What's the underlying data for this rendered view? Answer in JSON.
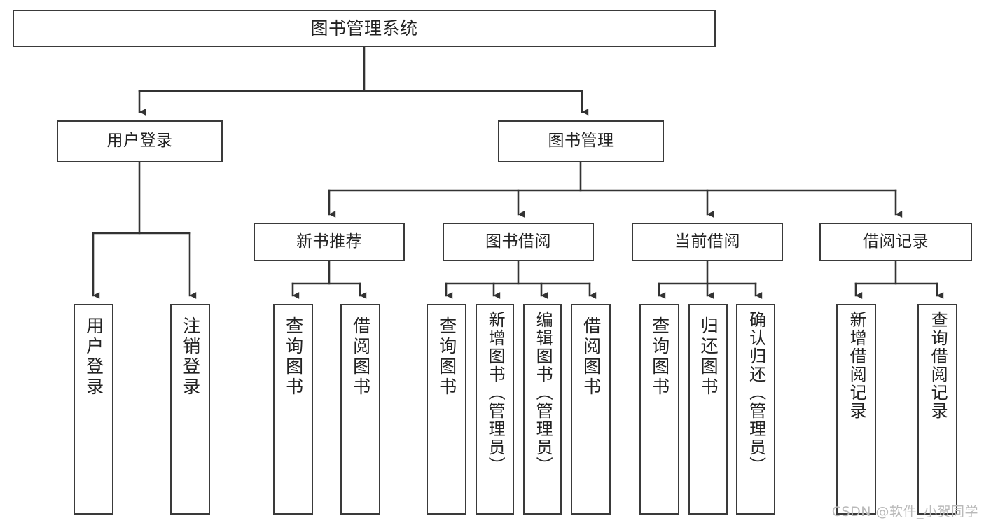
{
  "diagram": {
    "title": "图书管理系统",
    "type": "tree-hierarchy",
    "root": {
      "label": "图书管理系统"
    },
    "level2": [
      {
        "label": "用户登录"
      },
      {
        "label": "图书管理"
      }
    ],
    "level3": [
      {
        "label": "新书推荐"
      },
      {
        "label": "图书借阅"
      },
      {
        "label": "当前借阅"
      },
      {
        "label": "借阅记录"
      }
    ],
    "leaves": {
      "user_login": [
        {
          "label": "用户登录"
        },
        {
          "label": "注销登录"
        }
      ],
      "new_book_recommend": [
        {
          "label": "查询图书"
        },
        {
          "label": "借阅图书"
        }
      ],
      "book_borrow": [
        {
          "label": "查询图书"
        },
        {
          "label": "新增图书（管理员）"
        },
        {
          "label": "编辑图书（管理员）"
        },
        {
          "label": "借阅图书"
        }
      ],
      "current_borrow": [
        {
          "label": "查询图书"
        },
        {
          "label": "归还图书"
        },
        {
          "label": "确认归还（管理员）"
        }
      ],
      "borrow_record": [
        {
          "label": "新增借阅记录"
        },
        {
          "label": "查询借阅记录"
        }
      ]
    }
  },
  "watermark": {
    "text": "CSDN @软件_小贺同学"
  },
  "colors": {
    "box_border": "#3a3a3a",
    "box_fill": "#ffffff",
    "connector": "#333333",
    "text": "#222222",
    "watermark": "#b9b9b9"
  }
}
